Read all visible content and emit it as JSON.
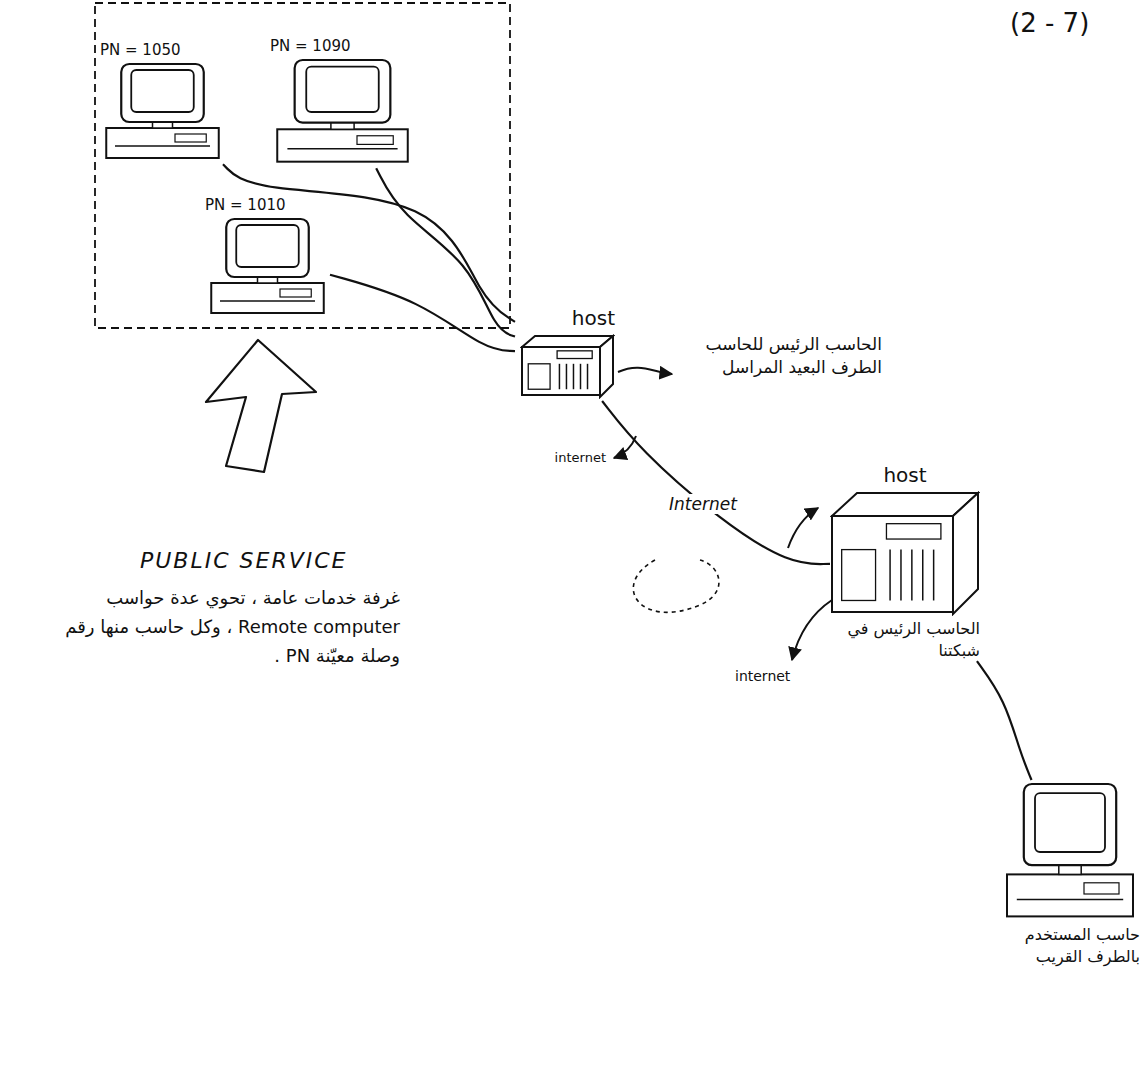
{
  "diagram": {
    "nodes": [
      {
        "text": [
          "PN = 1050"
        ]
      },
      {
        "text": [
          "PN = 1090"
        ]
      },
      {
        "text": [
          "PN = 1010"
        ]
      },
      {
        "text": [
          "host",
          "الحاسب الرئيس للحاسب الطرف البعيد المراسل"
        ]
      },
      {
        "text": [
          "host",
          "الحاسب الرئيس في شبكتنا"
        ]
      },
      {
        "text": [
          "حاسب المستخدم بالطرف القريب"
        ]
      }
    ],
    "edges": [
      {
        "from": 0,
        "to": 3,
        "arrow": "none"
      },
      {
        "from": 1,
        "to": 3,
        "arrow": "none"
      },
      {
        "from": 2,
        "to": 3,
        "arrow": "none"
      },
      {
        "from": 3,
        "to": 4,
        "label": "Internet",
        "arrow": "none"
      },
      {
        "from": 4,
        "to": 5,
        "arrow": "none"
      }
    ],
    "labels": [
      "(2 - 7)",
      "PUBLIC SERVICE",
      "غرفة خدمات عامة ، تحوي عدة حواسب Remote computer ، وكل حاسب منها رقم وصلة معيّنة PN .",
      "internet",
      "internet"
    ]
  }
}
